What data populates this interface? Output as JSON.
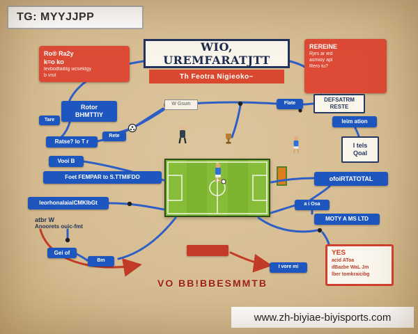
{
  "colors": {
    "background": "#d7bf96",
    "accent_red": "#dd4a35",
    "accent_blue": "#1e56c0",
    "navy": "#22325c",
    "pitch_green": "#7cb32f",
    "banner_red": "#9e1f10"
  },
  "overlays": {
    "tg_label": "TG: MYYJJPP",
    "website": "www.zh-biyiae-biyisports.com"
  },
  "title": {
    "main": "WIO, UREMFARATJTT",
    "subtitle": "Th Feotra Nigieoko~"
  },
  "red_boxes": {
    "top_left": {
      "lines": [
        "Ro® Ra2y",
        "k=o  ko",
        "levbodtaititg wcsektgy",
        "b vrut"
      ]
    },
    "top_right": {
      "lines": [
        "REREINE",
        "Rjes ar ied",
        "asmioy apl",
        "Rero tu?"
      ]
    },
    "bottom_right": {
      "title": "YES",
      "lines": [
        "acid AToa",
        "dBazbe WaL Jm",
        "lber tomkraicibg"
      ]
    }
  },
  "nodes": {
    "wgsum": "W Gsum",
    "rotor_1": "Rotor",
    "rotor_2": "BHMTTIY",
    "tare": "Tare",
    "rete": "Rete",
    "ratse": "Ratse? lo  T r",
    "vooi": "Vooi B",
    "foet": "Foet FEMPAR to S.TTMIFDO",
    "leorh": "leorhonalaialCMKIbGt",
    "note_1": "atbr W",
    "note_2": "Anoorets ouic-fmt",
    "gei": "Gei of",
    "gei2": "Bm",
    "flate": "Flate",
    "defs_1": "DEFSATRM",
    "defs_2": "RESTE",
    "leim": "leim ation",
    "itels_1": "I tels",
    "itels_2": "Qoal",
    "ofoi": "ofoiRTATOTAL",
    "aiosa": "a i Osa",
    "moty": "MOTY A MS LTD",
    "ivore": "I vore mi",
    "banner": "VO BB!BBESMMTB"
  }
}
